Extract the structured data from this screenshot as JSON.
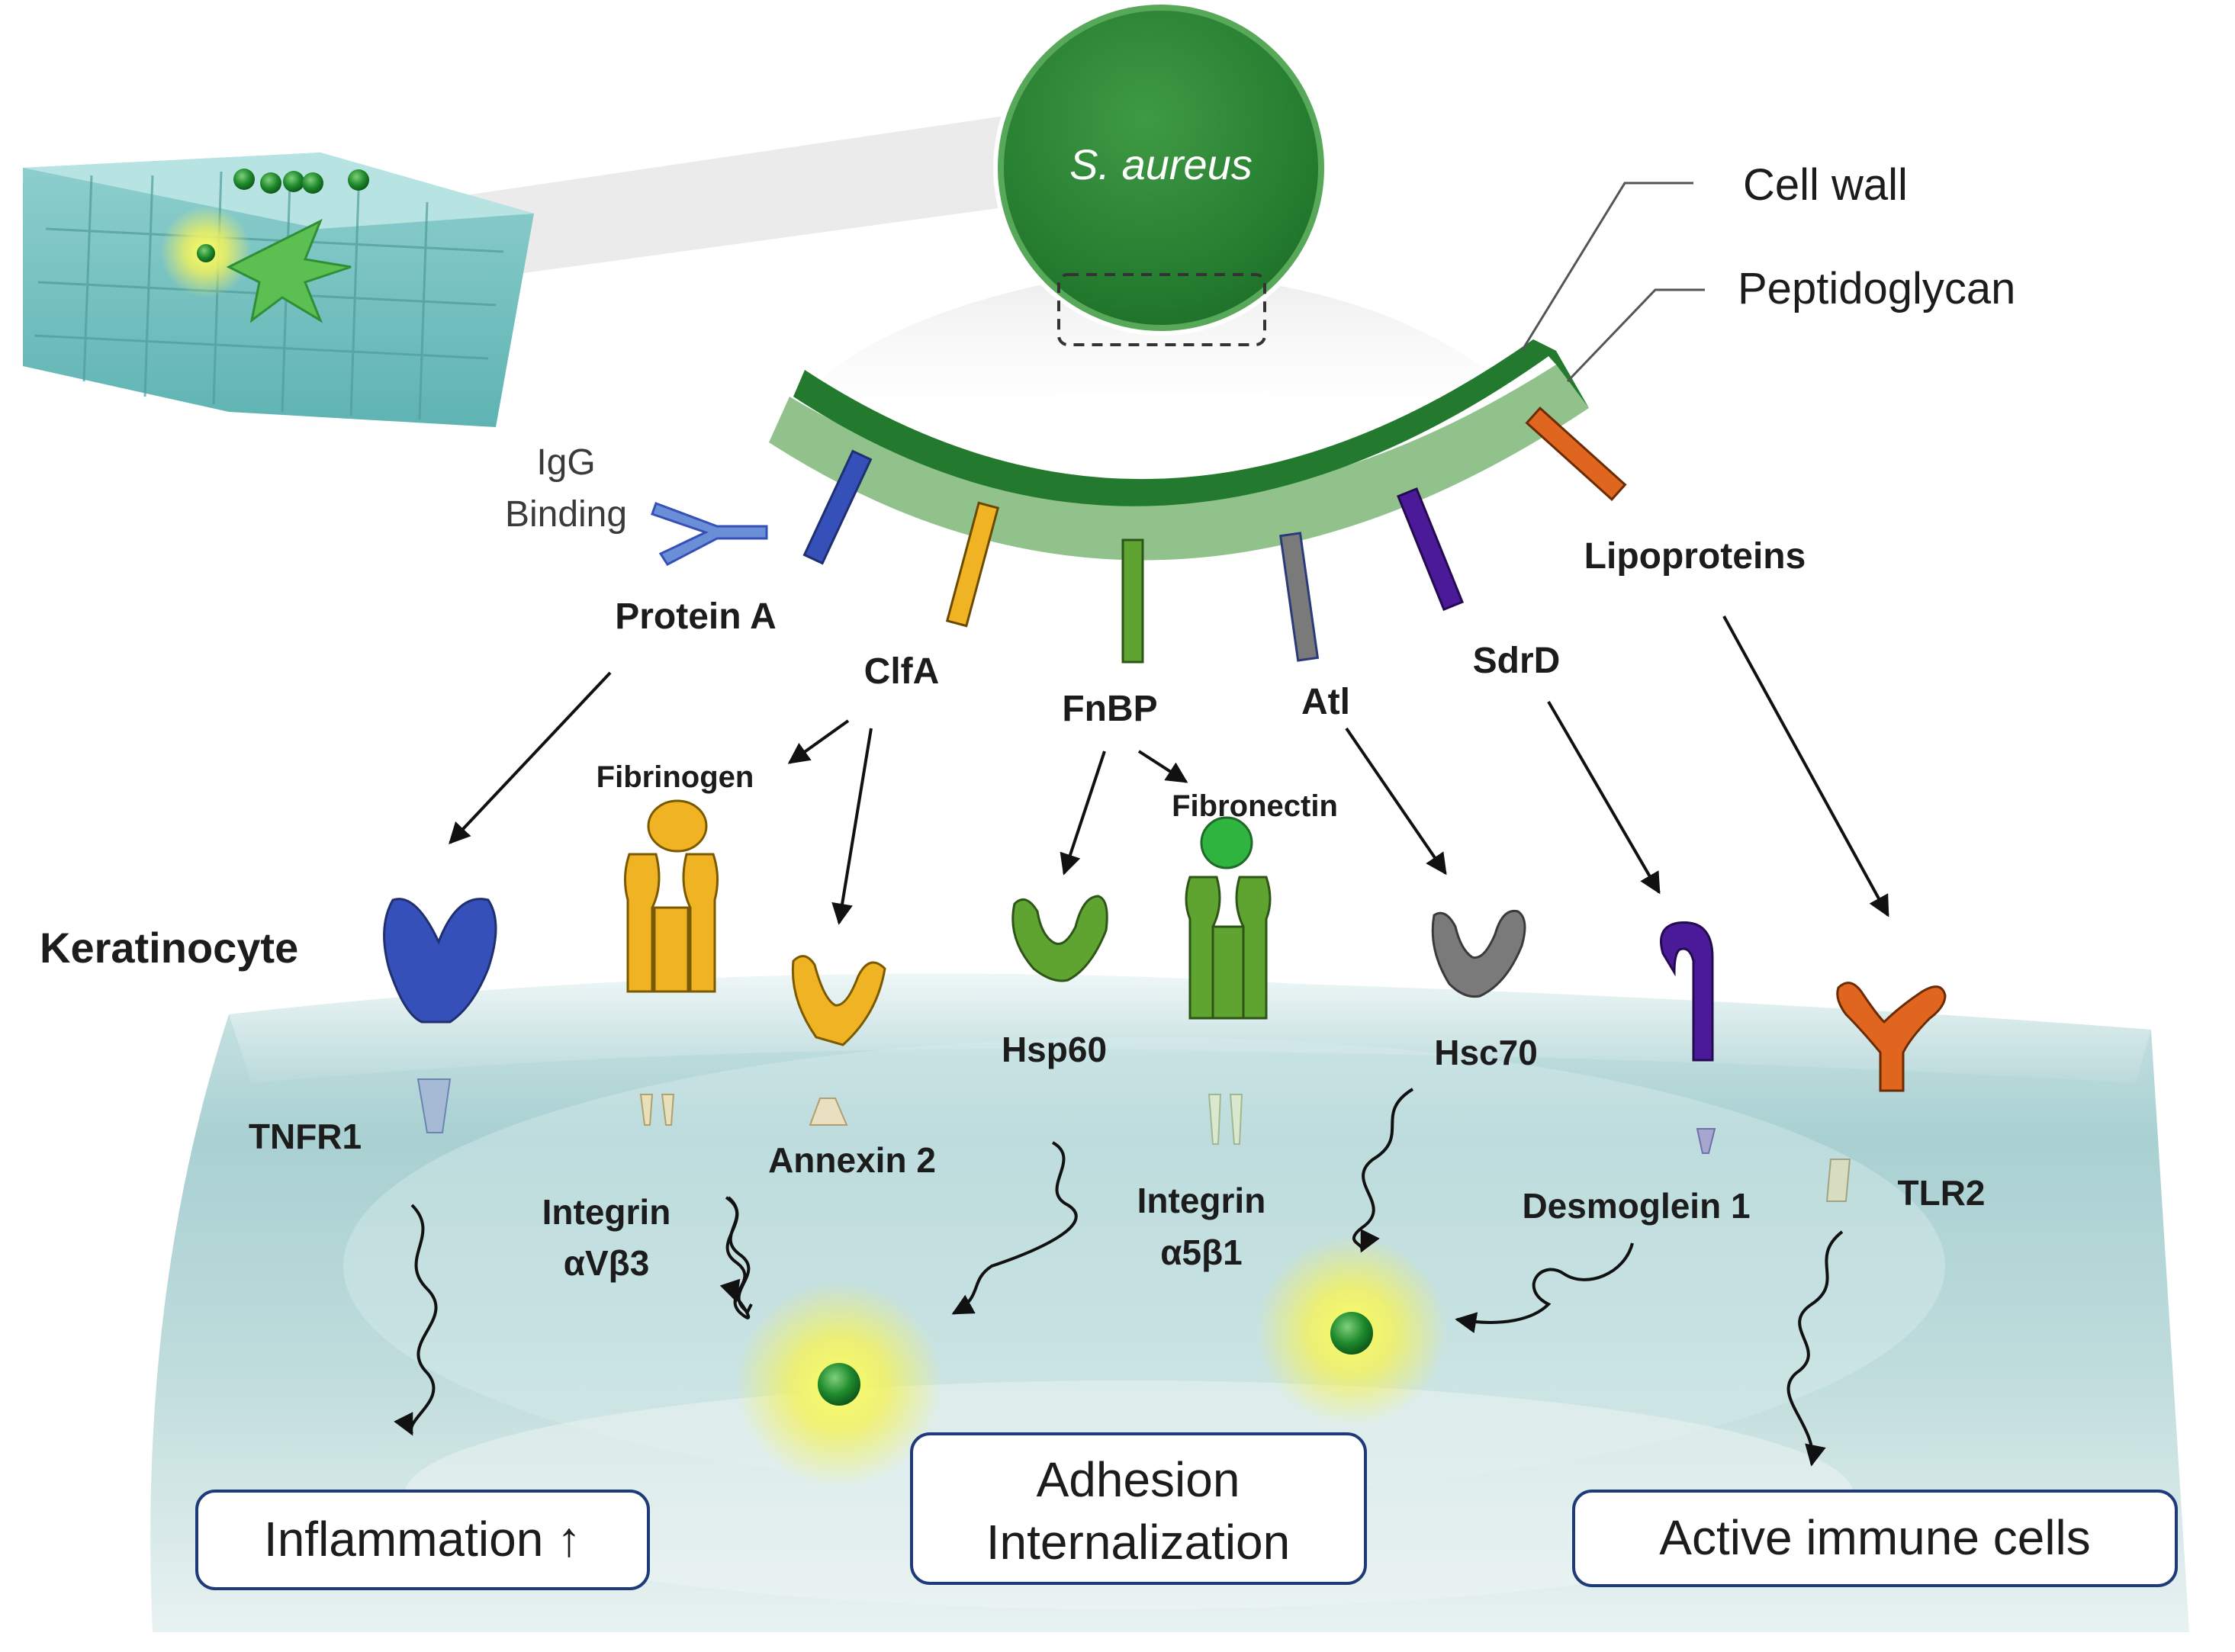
{
  "bacterium": {
    "name": "S. aureus"
  },
  "wall_labels": {
    "cell_wall": "Cell wall",
    "peptidoglycan": "Peptidoglycan"
  },
  "cell_label": "Keratinocyte",
  "igg_binding": [
    "IgG",
    "Binding"
  ],
  "proteins": {
    "protein_a": "Protein A",
    "clfa": "ClfA",
    "fnbp": "FnBP",
    "atl": "Atl",
    "sdrd": "SdrD",
    "lipoproteins": "Lipoproteins"
  },
  "ligands": {
    "fibrinogen": "Fibrinogen",
    "fibronectin": "Fibronectin"
  },
  "receptors": {
    "tnfr1": "TNFR1",
    "integrin_avb3": [
      "Integrin",
      "αVβ3"
    ],
    "annexin2": "Annexin 2",
    "hsp60": "Hsp60",
    "integrin_a5b1": [
      "Integrin",
      "α5β1"
    ],
    "hsc70": "Hsc70",
    "desmoglein1": "Desmoglein 1",
    "tlr2": "TLR2"
  },
  "outcomes": {
    "inflammation": "Inflammation ↑",
    "adhesion": [
      "Adhesion",
      "Internalization"
    ],
    "immune": "Active immune cells"
  },
  "colors": {
    "protein_a": "#3550b8",
    "clfa": "#f0b323",
    "fnbp": "#5fa331",
    "atl": "#7a7a7a",
    "sdrd": "#4b1a98",
    "lipoproteins": "#e0651e",
    "wall_dark": "#237a2e",
    "wall_light": "#8bbf86",
    "cell": "#9fc8cc"
  }
}
